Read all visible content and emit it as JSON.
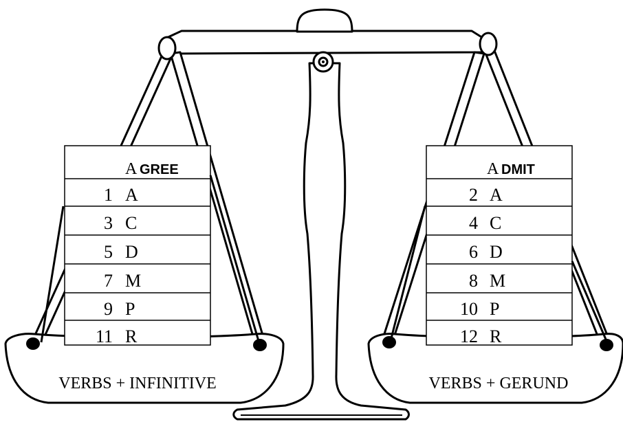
{
  "left_pan": {
    "header_letter": "A",
    "header_rest": "GREE",
    "rows": [
      {
        "num": "1",
        "letter": "A"
      },
      {
        "num": "3",
        "letter": "C"
      },
      {
        "num": "5",
        "letter": "D"
      },
      {
        "num": "7",
        "letter": "M"
      },
      {
        "num": "9",
        "letter": "P"
      },
      {
        "num": "11",
        "letter": "R"
      }
    ],
    "label": "VERBS + INFINITIVE"
  },
  "right_pan": {
    "header_letter": "A",
    "header_rest": "DMIT",
    "rows": [
      {
        "num": "2",
        "letter": "A"
      },
      {
        "num": "4",
        "letter": "C"
      },
      {
        "num": "6",
        "letter": "D"
      },
      {
        "num": "8",
        "letter": "M"
      },
      {
        "num": "10",
        "letter": "P"
      },
      {
        "num": "12",
        "letter": "R"
      }
    ],
    "label": "VERBS + GERUND"
  },
  "colors": {
    "ink": "#000000",
    "paper": "#ffffff"
  }
}
